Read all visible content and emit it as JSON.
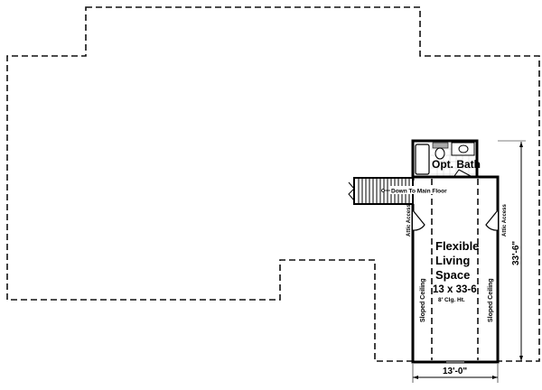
{
  "plan": {
    "room_name_line1": "Flexible",
    "room_name_line2": "Living",
    "room_name_line3": "Space",
    "room_size": "13 x 33-6",
    "ceiling_height": "8' Clg. Ht.",
    "bath_label": "Opt. Bath",
    "stairs_label": "Down To Main Floor",
    "attic_access_left": "Attic Access",
    "attic_access_right": "Attic Access",
    "sloped_ceiling_left": "Sloped Ceiling",
    "sloped_ceiling_right": "Sloped Ceiling",
    "dimension_depth": "33'-6\"",
    "dimension_width": "13'-0\""
  }
}
